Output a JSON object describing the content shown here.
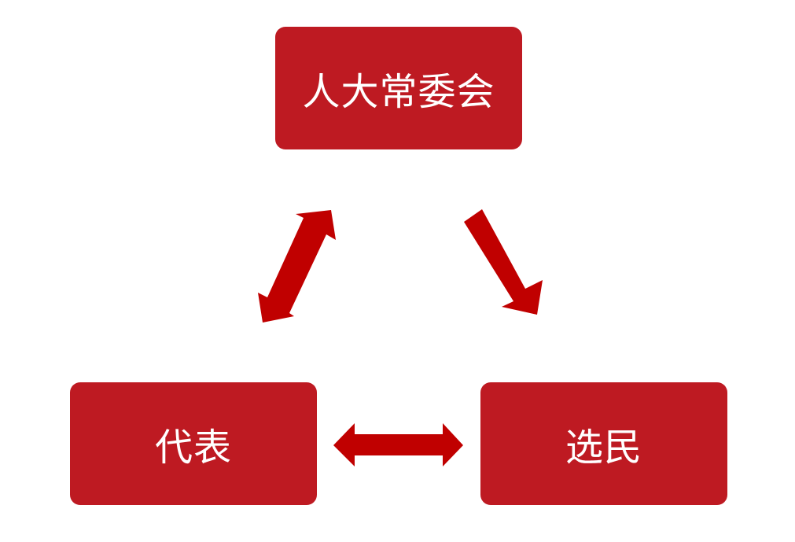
{
  "colors": {
    "box": "#BE1A22",
    "arrow": "#C00000",
    "text": "#FFFFFF"
  },
  "nodes": {
    "top": {
      "label": "人大常委会"
    },
    "left": {
      "label": "代表"
    },
    "right": {
      "label": "选民"
    }
  },
  "arrows": {
    "left_top": {
      "direction": "bidirectional"
    },
    "top_right": {
      "direction": "one-way"
    },
    "left_right": {
      "direction": "bidirectional"
    }
  }
}
